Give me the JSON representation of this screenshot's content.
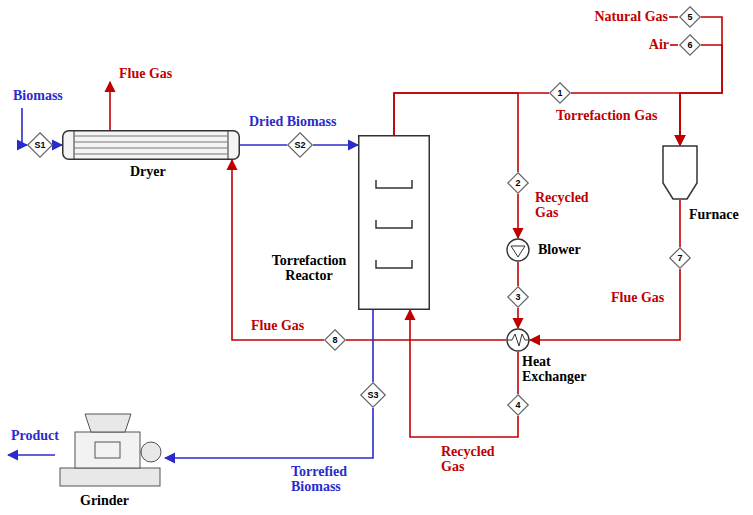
{
  "diagram": {
    "nodes": [
      {
        "text": [
          "Dryer"
        ]
      },
      {
        "text": [
          "Torrefaction Reactor"
        ]
      },
      {
        "text": [
          "Furnace"
        ]
      },
      {
        "text": [
          "Blower"
        ]
      },
      {
        "text": [
          "Heat Exchanger"
        ]
      },
      {
        "text": [
          "Grinder"
        ]
      },
      {
        "text": [
          "S1"
        ]
      },
      {
        "text": [
          "S2"
        ]
      },
      {
        "text": [
          "S3"
        ]
      },
      {
        "text": [
          "1"
        ]
      },
      {
        "text": [
          "2"
        ]
      },
      {
        "text": [
          "3"
        ]
      },
      {
        "text": [
          "4"
        ]
      },
      {
        "text": [
          "5"
        ]
      },
      {
        "text": [
          "6"
        ]
      },
      {
        "text": [
          "7"
        ]
      },
      {
        "text": [
          "8"
        ]
      }
    ],
    "edges": [
      {
        "from": 6,
        "to": 0,
        "arrow": "to"
      },
      {
        "from": 0,
        "to": 7,
        "arrow": "none"
      },
      {
        "from": 7,
        "to": 1,
        "arrow": "to"
      },
      {
        "from": 1,
        "to": 9,
        "arrow": "none"
      },
      {
        "from": 9,
        "to": 2,
        "arrow": "to"
      },
      {
        "from": 1,
        "to": 10,
        "arrow": "none"
      },
      {
        "from": 10,
        "to": 3,
        "arrow": "to"
      },
      {
        "from": 3,
        "to": 11,
        "arrow": "none"
      },
      {
        "from": 11,
        "to": 4,
        "arrow": "to"
      },
      {
        "from": 4,
        "to": 12,
        "arrow": "none"
      },
      {
        "from": 12,
        "to": 1,
        "arrow": "to"
      },
      {
        "from": 13,
        "to": 2,
        "arrow": "to"
      },
      {
        "from": 14,
        "to": 2,
        "arrow": "to"
      },
      {
        "from": 2,
        "to": 15,
        "arrow": "none"
      },
      {
        "from": 15,
        "to": 4,
        "arrow": "to"
      },
      {
        "from": 4,
        "to": 16,
        "arrow": "none"
      },
      {
        "from": 16,
        "to": 0,
        "arrow": "to"
      },
      {
        "from": 1,
        "to": 8,
        "arrow": "none"
      },
      {
        "from": 8,
        "to": 5,
        "arrow": "to"
      }
    ],
    "labels": [
      "Biomass",
      "Flue Gas",
      "Dried Biomass",
      "Torrefaction Gas",
      "Natural Gas",
      "Air",
      "Recycled Gas",
      "Flue Gas",
      "Flue Gas",
      "Torrefied Biomass",
      "Recycled Gas",
      "Product"
    ]
  }
}
